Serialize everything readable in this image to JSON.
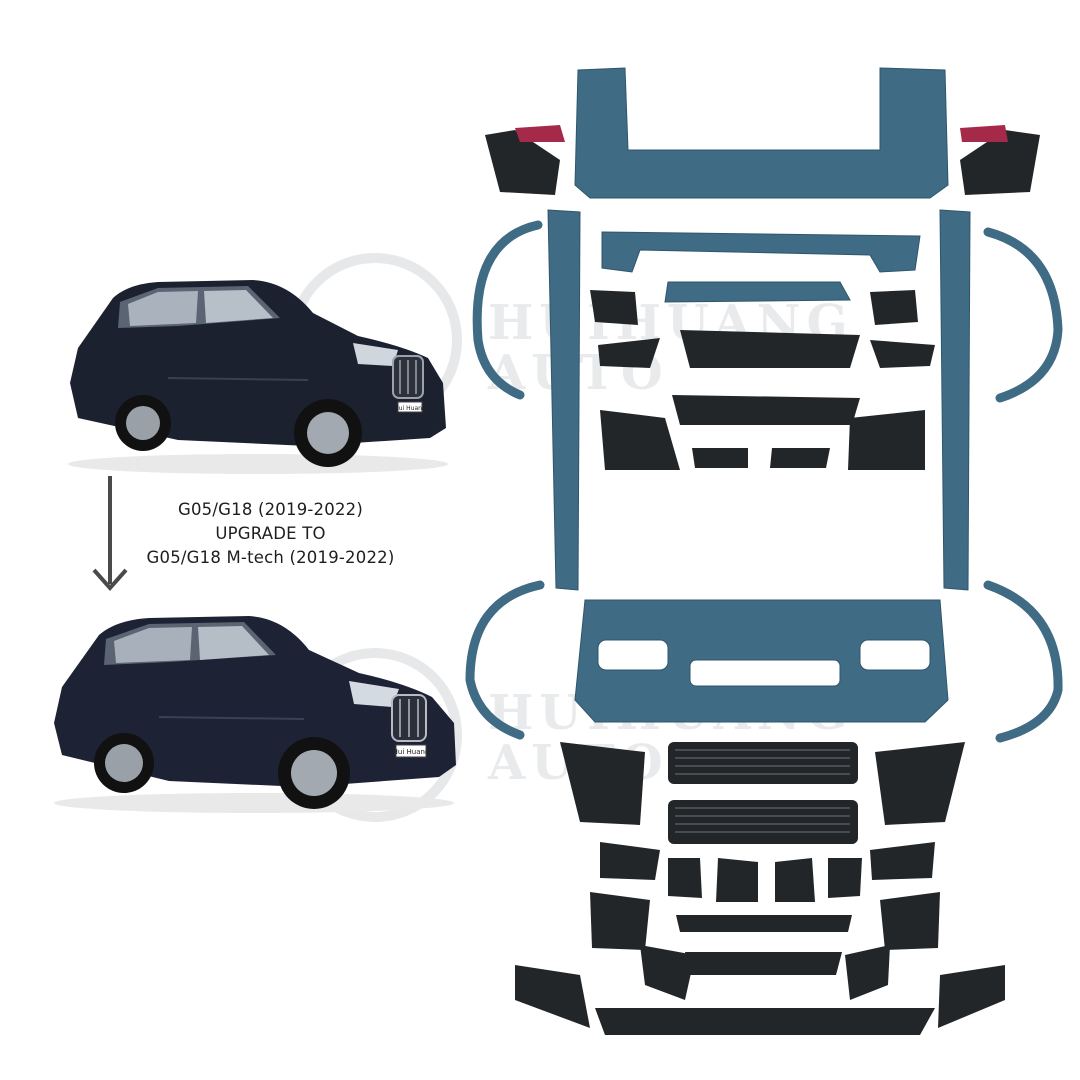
{
  "caption": {
    "line1": "G05/G18 (2019-2022)",
    "line2": "UPGRADE TO",
    "line3": "G05/G18 M-tech (2019-2022)"
  },
  "watermark": {
    "line1": "HUIHUANG",
    "line2": "AUTO"
  },
  "plates": {
    "top": "Hui Huang",
    "bottom": "Hui Huang"
  },
  "colors": {
    "part_blue": "#3f6b85",
    "part_dark": "#232628",
    "car_body": "#1b1f2b",
    "text": "#1e1e1e"
  }
}
